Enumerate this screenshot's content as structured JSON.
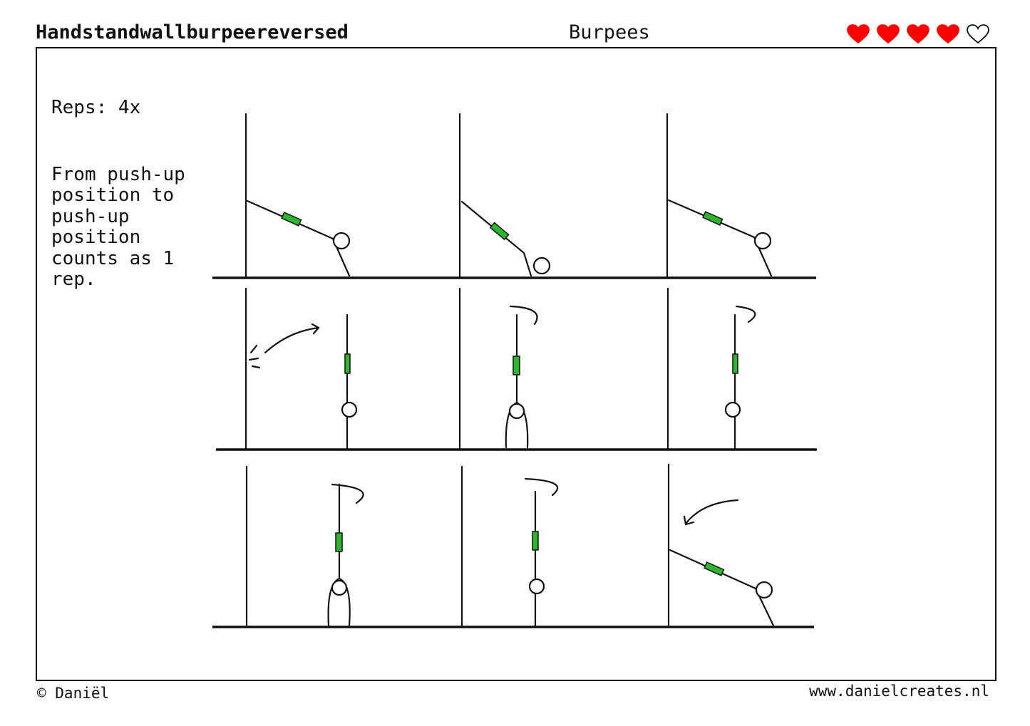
{
  "header": {
    "title": "Handstandwallburpeereversed",
    "category": "Burpees",
    "difficulty": {
      "filled": 4,
      "total": 5
    }
  },
  "description": {
    "reps": "Reps: 4x",
    "text": "From push-up\nposition to\npush-up\nposition\ncounts as 1\nrep."
  },
  "footer": {
    "copyright": "© Daniël",
    "website": "www.danielcreates.nl"
  },
  "colors": {
    "heart": "#ff0000",
    "band": "#2db52d"
  }
}
